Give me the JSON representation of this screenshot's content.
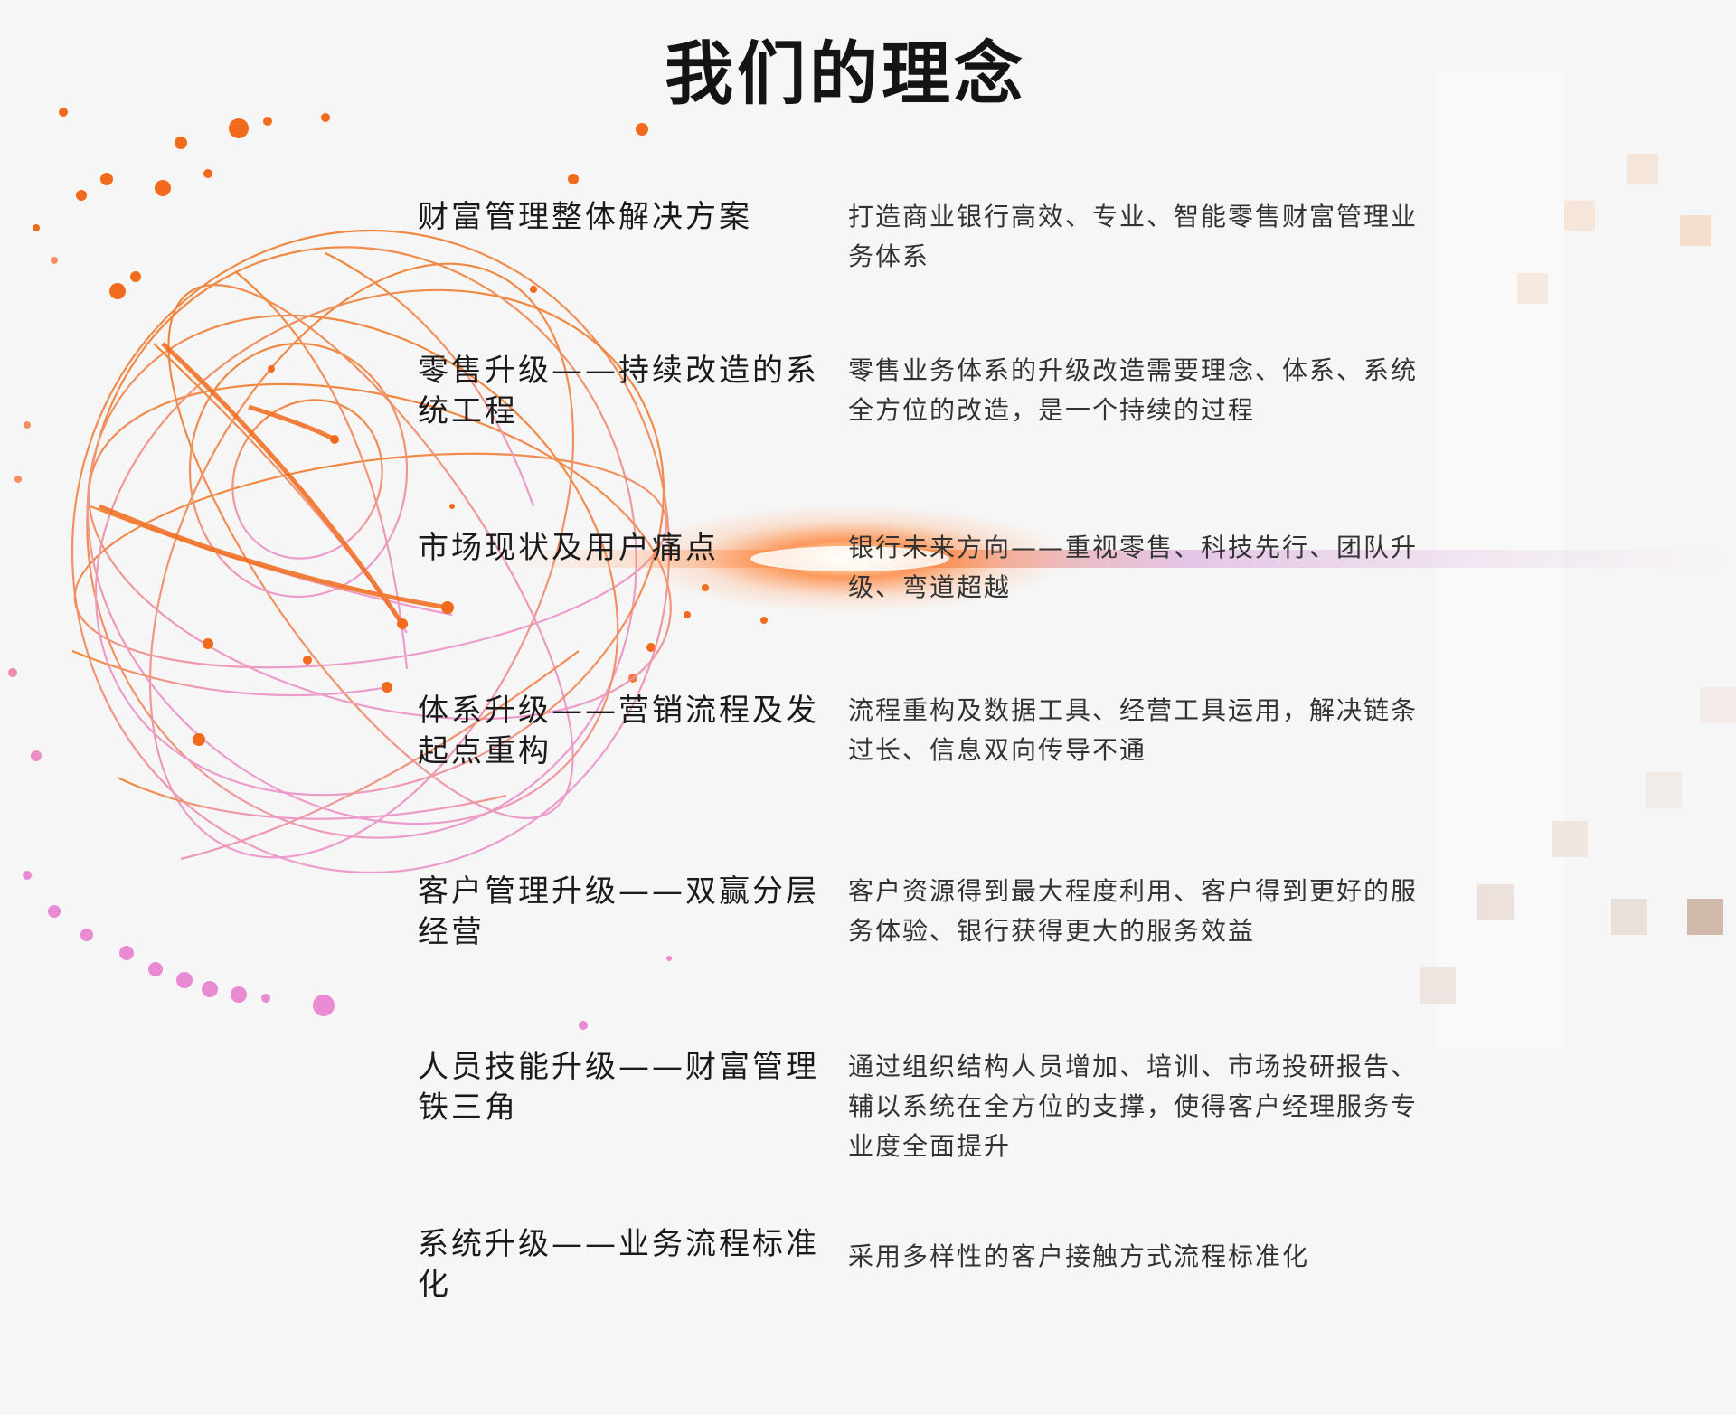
{
  "page": {
    "title": "我们的理念"
  },
  "colors": {
    "accent": "#f26a1b",
    "accent_light": "#f8a067",
    "pink": "#e98ad3",
    "background": "#f7f6f6"
  },
  "items": [
    {
      "title": "财富管理整体解决方案",
      "desc": "打造商业银行高效、专业、智能零售财富管理业务体系"
    },
    {
      "title": "零售升级——持续改造的系统工程",
      "desc": "零售业务体系的升级改造需要理念、体系、系统全方位的改造，是一个持续的过程"
    },
    {
      "title": "市场现状及用户痛点",
      "desc": "银行未来方向——重视零售、科技先行、团队升级、弯道超越"
    },
    {
      "title": "体系升级——营销流程及发起点重构",
      "desc": "流程重构及数据工具、经营工具运用，解决链条过长、信息双向传导不通"
    },
    {
      "title": "客户管理升级——双赢分层经营",
      "desc": "客户资源得到最大程度利用、客户得到更好的服务体验、银行获得更大的服务效益"
    },
    {
      "title": "人员技能升级——财富管理铁三角",
      "desc": "通过组织结构人员增加、培训、市场投研报告、辅以系统在全方位的支撑，使得客户经理服务专业度全面提升"
    },
    {
      "title": "系统升级——业务流程标准化",
      "desc": "采用多样性的客户接触方式流程标准化"
    }
  ]
}
